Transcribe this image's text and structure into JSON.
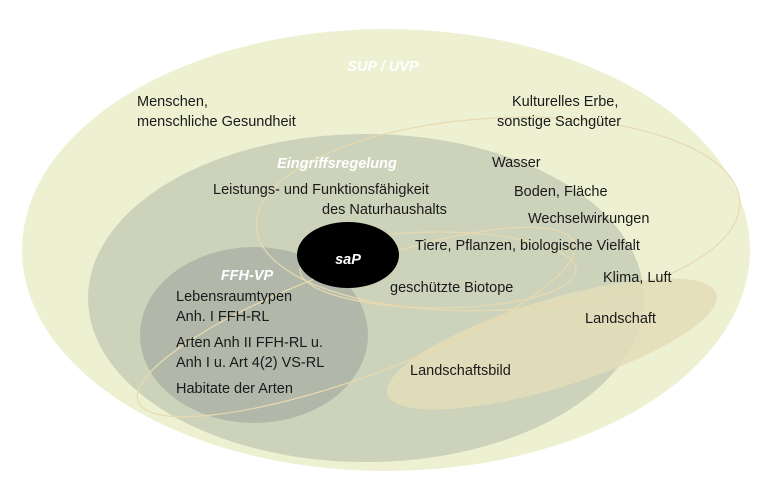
{
  "colors": {
    "outer": "#eef0d2",
    "eingriff": "#cdd3bb",
    "ffh": "#b1b8aa",
    "sap": "#000000",
    "landschaft": "#e3dcb8",
    "outline": "#e8d9b0"
  },
  "titles": {
    "sup_uvp": "SUP / UVP",
    "eingriffsregelung": "Eingriffsregelung",
    "ffh_vp": "FFH-VP",
    "sap": "saP"
  },
  "labels": {
    "menschen_1": "Menschen,",
    "menschen_2": "menschliche Gesundheit",
    "kultur_1": "Kulturelles Erbe,",
    "kultur_2": "sonstige Sachgüter",
    "wasser": "Wasser",
    "boden": "Boden, Fläche",
    "wechsel": "Wechselwirkungen",
    "leistung_1": "Leistungs- und Funktionsfähigkeit",
    "leistung_2": "des Naturhaushalts",
    "tiere": "Tiere, Pflanzen, biologische Vielfalt",
    "klima": "Klima, Luft",
    "biotope": "geschützte Biotope",
    "landschaft": "Landschaft",
    "landschaftsbild": "Landschaftsbild",
    "lrt_1": "Lebensraumtypen",
    "lrt_2": "Anh. I FFH-RL",
    "arten_1": "Arten Anh II FFH-RL u.",
    "arten_2": "Anh I u. Art 4(2) VS-RL",
    "habitate": "Habitate der Arten"
  }
}
